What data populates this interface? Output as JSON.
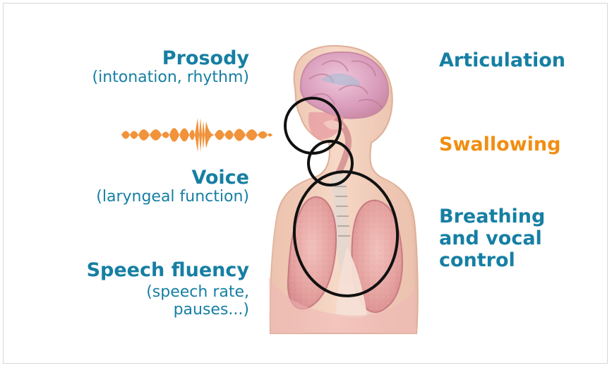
{
  "labels": {
    "prosody": {
      "title": "Prosody",
      "subtitle": "(intonation, rhythm)"
    },
    "voice": {
      "title": "Voice",
      "subtitle": "(laryngeal function)"
    },
    "speech_fluency": {
      "title": "Speech fluency",
      "subtitle_lines": [
        "(speech rate,",
        "pauses...)"
      ]
    },
    "articulation": "Articulation",
    "swallowing": "Swallowing",
    "breathing_lines": [
      "Breathing",
      "and vocal",
      "control"
    ]
  },
  "colors": {
    "blue_label": "#167fa3",
    "orange_label": "#f08e12",
    "waveform": "#f08a2a",
    "skin": "#f4d2bf",
    "lungs": "#e6a7a3",
    "brain": "#d9a4be",
    "outline_circle": "#111111"
  },
  "icons": {
    "waveform": "audio-waveform-icon",
    "body": "human-respiratory-anatomy-illustration"
  }
}
